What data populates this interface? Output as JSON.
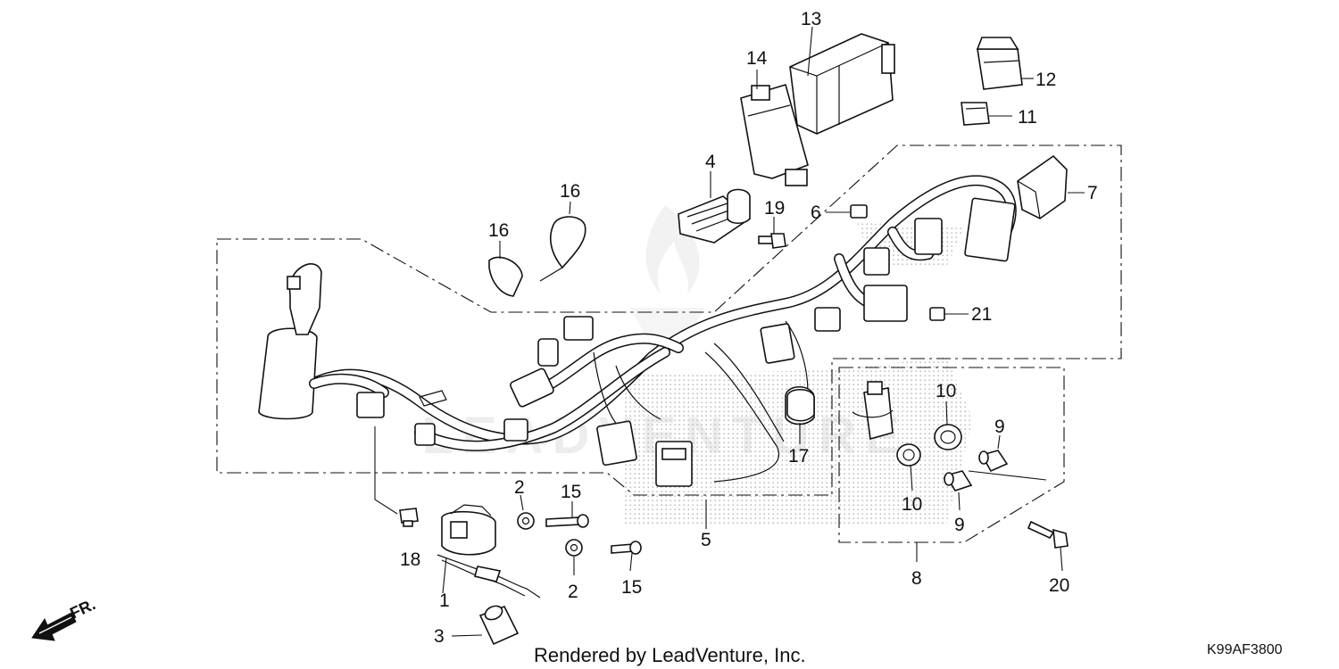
{
  "callouts": {
    "c1": "1",
    "c2a": "2",
    "c2b": "2",
    "c3": "3",
    "c4": "4",
    "c5": "5",
    "c6": "6",
    "c7": "7",
    "c8": "8",
    "c9a": "9",
    "c9b": "9",
    "c10a": "10",
    "c10b": "10",
    "c11": "11",
    "c12": "12",
    "c13": "13",
    "c14": "14",
    "c15a": "15",
    "c15b": "15",
    "c16a": "16",
    "c16b": "16",
    "c17": "17",
    "c18": "18",
    "c19": "19",
    "c20": "20",
    "c21": "21"
  },
  "front_label": "FR.",
  "front_arrow_icon": "front-direction-arrow-icon",
  "footer": {
    "rendered_by": "Rendered by LeadVenture, Inc.",
    "diagram_code": "K99AF3800"
  },
  "watermark": "LEADVENTURE",
  "colors": {
    "line": "#111111",
    "background": "#ffffff",
    "stipple": "#bdbdbd",
    "watermark": "#e6e6e6"
  }
}
